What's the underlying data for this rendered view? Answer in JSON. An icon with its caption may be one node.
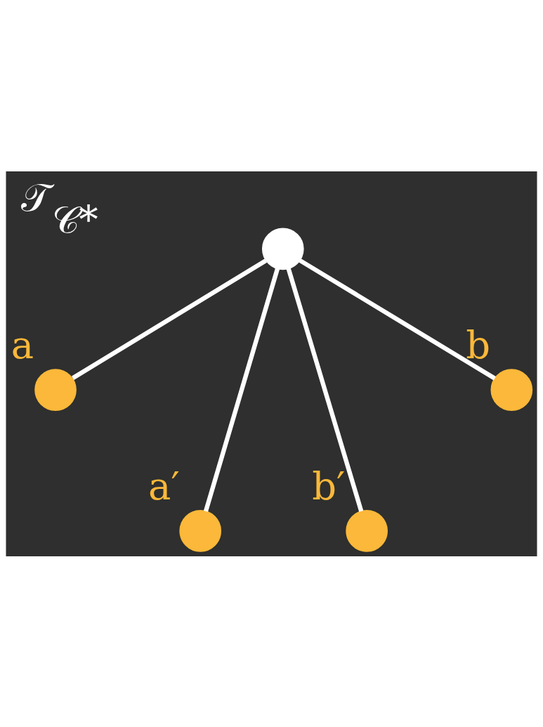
{
  "diagram": {
    "title": "𝒯$_{𝒞*}$",
    "nodes": [
      {
        "text": [],
        "shape": "circle"
      },
      {
        "text": [],
        "shape": "circle",
        "beside": [
          "a"
        ]
      },
      {
        "text": [],
        "shape": "circle",
        "beside": [
          "b"
        ]
      },
      {
        "text": [],
        "shape": "circle",
        "beside": [
          "a′"
        ]
      },
      {
        "text": [],
        "shape": "circle",
        "beside": [
          "b′"
        ]
      }
    ],
    "edges": [
      {
        "from": 0,
        "to": 1,
        "arrow": "none"
      },
      {
        "from": 0,
        "to": 2,
        "arrow": "none"
      },
      {
        "from": 0,
        "to": 3,
        "arrow": "none"
      },
      {
        "from": 0,
        "to": 4,
        "arrow": "none"
      }
    ]
  }
}
